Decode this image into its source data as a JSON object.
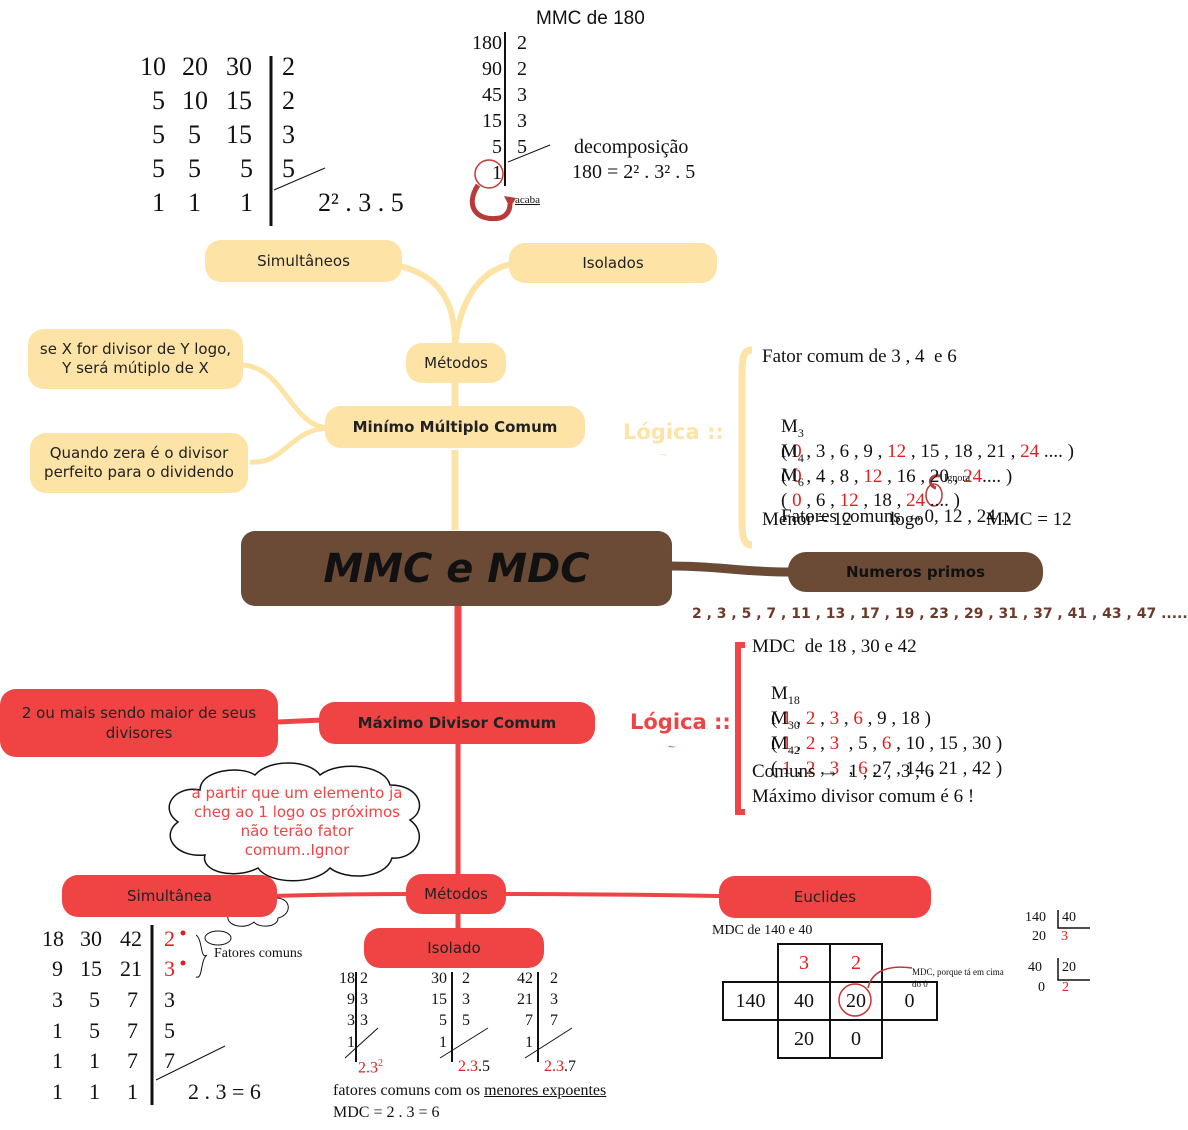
{
  "center_title": "MMC e MDC",
  "colors": {
    "yellow": "#fde4a6",
    "red": "#f04444",
    "brown": "#6b4a36",
    "accent_red": "#e02020"
  },
  "mmc": {
    "title": "Minímo Múltiplo Comum",
    "methods": "Métodos",
    "simultaneos": "Simultâneos",
    "isolados": "Isolados",
    "note1": "se X for divisor de Y logo, Y será mútiplo de X",
    "note2": "Quando zera é o divisor perfeito para o dividendo",
    "sim_rows": [
      [
        "10",
        "20",
        "30",
        "2"
      ],
      [
        "5",
        "10",
        "15",
        "2"
      ],
      [
        "5",
        "5",
        "15",
        "3"
      ],
      [
        "5",
        "5",
        "5",
        "5"
      ],
      [
        "1",
        "1",
        "1",
        ""
      ]
    ],
    "sim_result": "2² . 3 . 5",
    "iso_title": "MMC de 180",
    "iso_rows": [
      [
        "180",
        "2"
      ],
      [
        "90",
        "2"
      ],
      [
        "45",
        "3"
      ],
      [
        "15",
        "3"
      ],
      [
        "5",
        "5"
      ],
      [
        "1",
        ""
      ]
    ],
    "acaba": "acaba",
    "decomp_label": "decomposição",
    "decomp_result": "180 = 2² . 3² . 5",
    "logica": "Lógica ::",
    "logica_sub": "~",
    "logic_lines": {
      "l1": "Fator comum de 3 , 4  e 6",
      "m3_open": "M",
      "m3_sub": "3",
      "m3_seq": [
        "( ",
        "0",
        " , 3 , 6 , 9 , ",
        "12",
        " , 15 , 18 , 21 , ",
        "24",
        " .... )"
      ],
      "m4_sub": "4",
      "m4_seq": [
        "( ",
        "0",
        " , 4 , 8 , ",
        "12",
        " , 16 , 20 , ",
        "24",
        ".... )"
      ],
      "m6_sub": "6",
      "m6_seq": [
        "( ",
        "0",
        " , 6 , ",
        "12",
        " , 18 , ",
        "24",
        " .... )"
      ],
      "ignora": "Ignora",
      "fatores_a": "Fatores comuns →",
      "fatores_zero": "0",
      "fatores_b": ", 12 , 24 ...",
      "menor": "Menor = 12",
      "logo": "logo",
      "result": "MMC = 12"
    }
  },
  "primos": {
    "label": "Numeros primos",
    "list": "2 , 3 , 5 , 7 , 11 , 13 , 17 , 19 , 23 , 29 , 31 , 37 , 41 , 43 , 47 ....."
  },
  "mdc": {
    "title": "Máximo Divisor Comum",
    "note": "2 ou mais sendo maior de seus divisores",
    "cloud": "a partir que um elemento ja cheg ao 1 logo os próximos não terão fator comum..Ignor",
    "methods": "Métodos",
    "simultanea": "Simultânea",
    "isolado": "Isolado",
    "euclides": "Euclides",
    "logica": "Lógica ::",
    "logica_sub": "~",
    "logic_lines": {
      "l1": "MDC  de 18 , 30 e 42",
      "m18_sub": "18",
      "m18_seq": [
        "( ",
        "1",
        " , ",
        "2",
        " , ",
        "3",
        " , ",
        "6",
        " , 9 , 18 )"
      ],
      "m30_sub": "30",
      "m30_seq": [
        "( ",
        "1",
        " , ",
        "2",
        " , ",
        "3",
        "  , 5 , ",
        "6",
        " , 10 , 15 , 30 )"
      ],
      "m42_sub": "42",
      "m42_seq": [
        "( ",
        "1",
        " , ",
        "2",
        " , ",
        "3",
        "  , ",
        "6",
        " , 7 , 14 , 21 , 42 )"
      ],
      "comuns": "Comuns →  1 , 2 ,  3 , 6",
      "maximo": "Máximo divisor comum é 6 !"
    },
    "sim_rows": [
      [
        "18",
        "30",
        "42",
        "2"
      ],
      [
        "9",
        "15",
        "21",
        "3"
      ],
      [
        "3",
        "5",
        "7",
        "3"
      ],
      [
        "1",
        "5",
        "7",
        "5"
      ],
      [
        "1",
        "1",
        "7",
        "7"
      ],
      [
        "1",
        "1",
        "1",
        ""
      ]
    ],
    "sim_result": "2 . 3 = 6",
    "fatores_comuns": "Fatores comuns",
    "iso_tables": [
      {
        "rows": [
          [
            "18",
            "2"
          ],
          [
            "9",
            "3"
          ],
          [
            "3",
            "3"
          ],
          [
            "1",
            ""
          ]
        ],
        "result_a": "2.3",
        "result_sup": "2",
        "result_b": ""
      },
      {
        "rows": [
          [
            "30",
            "2"
          ],
          [
            "15",
            "3"
          ],
          [
            "5",
            "5"
          ],
          [
            "1",
            ""
          ]
        ],
        "result_a": "2.3",
        "result_sup": "",
        "result_b": ".5"
      },
      {
        "rows": [
          [
            "42",
            "2"
          ],
          [
            "21",
            "3"
          ],
          [
            "7",
            "7"
          ],
          [
            "1",
            ""
          ]
        ],
        "result_a": "2.3",
        "result_sup": "",
        "result_b": ".7"
      }
    ],
    "iso_note_a": "fatores comuns com os ",
    "iso_note_u": "menores  expoentes",
    "iso_result": "MDC = 2 . 3 = 6",
    "euclid_title": "MDC de 140 e 40",
    "euclid_top": [
      "3",
      "2"
    ],
    "euclid_mid": [
      "140",
      "40",
      "20",
      "0"
    ],
    "euclid_bot": [
      "20",
      "0"
    ],
    "euclid_note": "MDC, porque tá em cima do 0",
    "div1": {
      "dividend": "140",
      "divisor": "40",
      "remainder": "20",
      "quotient": "3"
    },
    "div2": {
      "dividend": "40",
      "divisor": "20",
      "remainder": "0",
      "quotient": "2"
    }
  }
}
